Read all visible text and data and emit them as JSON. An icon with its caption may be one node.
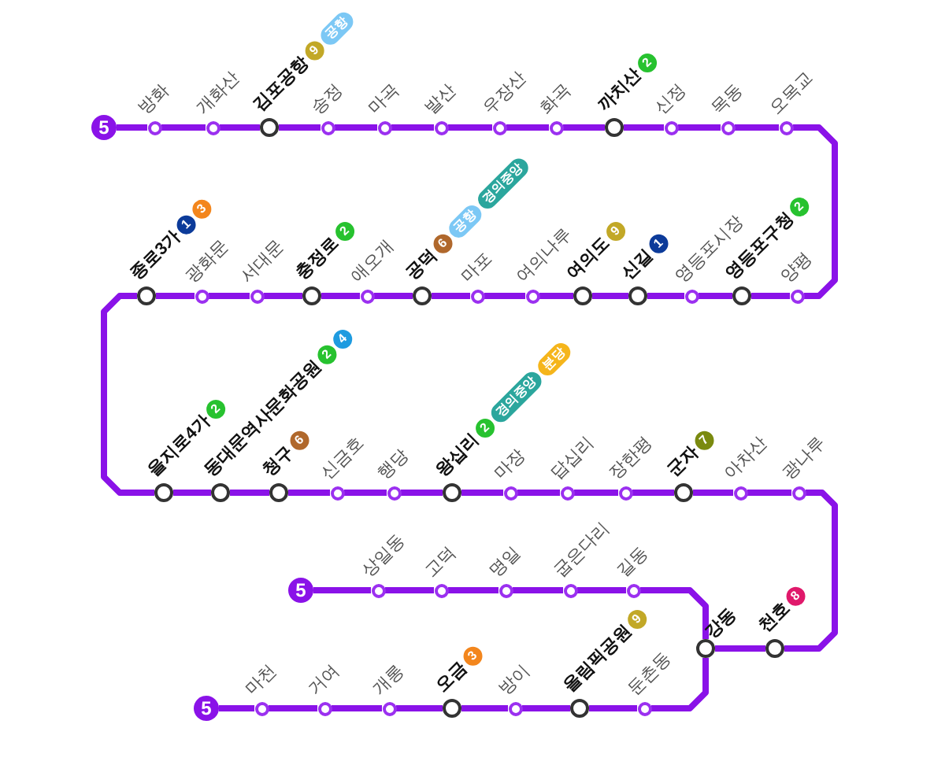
{
  "diagram": {
    "nodes": [
      {
        "text": [
          "5"
        ]
      },
      {
        "text": [],
        "shape": "circle",
        "beside": [
          "방화"
        ]
      },
      {
        "text": [],
        "shape": "circle",
        "beside": [
          "개화산"
        ]
      },
      {
        "text": [],
        "shape": "circle",
        "beside": [
          "김포공항",
          "9",
          "공항"
        ]
      },
      {
        "text": [],
        "shape": "circle",
        "beside": [
          "송정"
        ]
      },
      {
        "text": [],
        "shape": "circle",
        "beside": [
          "마곡"
        ]
      },
      {
        "text": [],
        "shape": "circle",
        "beside": [
          "발산"
        ]
      },
      {
        "text": [],
        "shape": "circle",
        "beside": [
          "우장산"
        ]
      },
      {
        "text": [],
        "shape": "circle",
        "beside": [
          "화곡"
        ]
      },
      {
        "text": [],
        "shape": "circle",
        "beside": [
          "까치산",
          "2"
        ]
      },
      {
        "text": [],
        "shape": "circle",
        "beside": [
          "신정"
        ]
      },
      {
        "text": [],
        "shape": "circle",
        "beside": [
          "목동"
        ]
      },
      {
        "text": [],
        "shape": "circle",
        "beside": [
          "오목교"
        ]
      },
      {
        "text": [],
        "shape": "circle",
        "beside": [
          "양평"
        ]
      },
      {
        "text": [],
        "shape": "circle",
        "beside": [
          "영등포구청",
          "2"
        ]
      },
      {
        "text": [],
        "shape": "circle",
        "beside": [
          "영등포시장"
        ]
      },
      {
        "text": [],
        "shape": "circle",
        "beside": [
          "신길",
          "1"
        ]
      },
      {
        "text": [],
        "shape": "circle",
        "beside": [
          "여의도",
          "9"
        ]
      },
      {
        "text": [],
        "shape": "circle",
        "beside": [
          "여의나루"
        ]
      },
      {
        "text": [],
        "shape": "circle",
        "beside": [
          "마포"
        ]
      },
      {
        "text": [],
        "shape": "circle",
        "beside": [
          "공덕",
          "6",
          "공항",
          "경의중앙"
        ]
      },
      {
        "text": [],
        "shape": "circle",
        "beside": [
          "애오개"
        ]
      },
      {
        "text": [],
        "shape": "circle",
        "beside": [
          "충정로",
          "2"
        ]
      },
      {
        "text": [],
        "shape": "circle",
        "beside": [
          "서대문"
        ]
      },
      {
        "text": [],
        "shape": "circle",
        "beside": [
          "광화문"
        ]
      },
      {
        "text": [],
        "shape": "circle",
        "beside": [
          "종로3가",
          "1",
          "3"
        ]
      },
      {
        "text": [],
        "shape": "circle",
        "beside": [
          "을지로4가",
          "2"
        ]
      },
      {
        "text": [],
        "shape": "circle",
        "beside": [
          "동대문역사문화공원",
          "2",
          "4"
        ]
      },
      {
        "text": [],
        "shape": "circle",
        "beside": [
          "청구",
          "6"
        ]
      },
      {
        "text": [],
        "shape": "circle",
        "beside": [
          "신금호"
        ]
      },
      {
        "text": [],
        "shape": "circle",
        "beside": [
          "행당"
        ]
      },
      {
        "text": [],
        "shape": "circle",
        "beside": [
          "왕십리",
          "2",
          "경의중앙",
          "분당"
        ]
      },
      {
        "text": [],
        "shape": "circle",
        "beside": [
          "마장"
        ]
      },
      {
        "text": [],
        "shape": "circle",
        "beside": [
          "답십리"
        ]
      },
      {
        "text": [],
        "shape": "circle",
        "beside": [
          "장한평"
        ]
      },
      {
        "text": [],
        "shape": "circle",
        "beside": [
          "군자",
          "7"
        ]
      },
      {
        "text": [],
        "shape": "circle",
        "beside": [
          "아차산"
        ]
      },
      {
        "text": [],
        "shape": "circle",
        "beside": [
          "광나루"
        ]
      },
      {
        "text": [],
        "shape": "circle",
        "beside": [
          "천호",
          "8"
        ]
      },
      {
        "text": [],
        "shape": "circle",
        "beside": [
          "강동"
        ]
      },
      {
        "text": [],
        "shape": "circle",
        "beside": [
          "길동"
        ]
      },
      {
        "text": [],
        "shape": "circle",
        "beside": [
          "굽은다리"
        ]
      },
      {
        "text": [],
        "shape": "circle",
        "beside": [
          "명일"
        ]
      },
      {
        "text": [],
        "shape": "circle",
        "beside": [
          "고덕"
        ]
      },
      {
        "text": [],
        "shape": "circle",
        "beside": [
          "상일동"
        ]
      },
      {
        "text": [
          "5"
        ]
      },
      {
        "text": [],
        "shape": "circle",
        "beside": [
          "둔촌동"
        ]
      },
      {
        "text": [],
        "shape": "circle",
        "beside": [
          "올림픽공원",
          "9"
        ]
      },
      {
        "text": [],
        "shape": "circle",
        "beside": [
          "방이"
        ]
      },
      {
        "text": [],
        "shape": "circle",
        "beside": [
          "오금",
          "3"
        ]
      },
      {
        "text": [],
        "shape": "circle",
        "beside": [
          "개롱"
        ]
      },
      {
        "text": [],
        "shape": "circle",
        "beside": [
          "거여"
        ]
      },
      {
        "text": [],
        "shape": "circle",
        "beside": [
          "마천"
        ]
      },
      {
        "text": [
          "5"
        ]
      }
    ],
    "edges": [
      {
        "from": 0,
        "to": 1,
        "arrow": "none"
      },
      {
        "from": 1,
        "to": 2,
        "arrow": "none"
      },
      {
        "from": 2,
        "to": 3,
        "arrow": "none"
      },
      {
        "from": 3,
        "to": 4,
        "arrow": "none"
      },
      {
        "from": 4,
        "to": 5,
        "arrow": "none"
      },
      {
        "from": 5,
        "to": 6,
        "arrow": "none"
      },
      {
        "from": 6,
        "to": 7,
        "arrow": "none"
      },
      {
        "from": 7,
        "to": 8,
        "arrow": "none"
      },
      {
        "from": 8,
        "to": 9,
        "arrow": "none"
      },
      {
        "from": 9,
        "to": 10,
        "arrow": "none"
      },
      {
        "from": 10,
        "to": 11,
        "arrow": "none"
      },
      {
        "from": 11,
        "to": 12,
        "arrow": "none"
      },
      {
        "from": 12,
        "to": 13,
        "arrow": "none"
      },
      {
        "from": 13,
        "to": 14,
        "arrow": "none"
      },
      {
        "from": 14,
        "to": 15,
        "arrow": "none"
      },
      {
        "from": 15,
        "to": 16,
        "arrow": "none"
      },
      {
        "from": 16,
        "to": 17,
        "arrow": "none"
      },
      {
        "from": 17,
        "to": 18,
        "arrow": "none"
      },
      {
        "from": 18,
        "to": 19,
        "arrow": "none"
      },
      {
        "from": 19,
        "to": 20,
        "arrow": "none"
      },
      {
        "from": 20,
        "to": 21,
        "arrow": "none"
      },
      {
        "from": 21,
        "to": 22,
        "arrow": "none"
      },
      {
        "from": 22,
        "to": 23,
        "arrow": "none"
      },
      {
        "from": 23,
        "to": 24,
        "arrow": "none"
      },
      {
        "from": 24,
        "to": 25,
        "arrow": "none"
      },
      {
        "from": 25,
        "to": 26,
        "arrow": "none"
      },
      {
        "from": 26,
        "to": 27,
        "arrow": "none"
      },
      {
        "from": 27,
        "to": 28,
        "arrow": "none"
      },
      {
        "from": 28,
        "to": 29,
        "arrow": "none"
      },
      {
        "from": 29,
        "to": 30,
        "arrow": "none"
      },
      {
        "from": 30,
        "to": 31,
        "arrow": "none"
      },
      {
        "from": 31,
        "to": 32,
        "arrow": "none"
      },
      {
        "from": 32,
        "to": 33,
        "arrow": "none"
      },
      {
        "from": 33,
        "to": 34,
        "arrow": "none"
      },
      {
        "from": 34,
        "to": 35,
        "arrow": "none"
      },
      {
        "from": 35,
        "to": 36,
        "arrow": "none"
      },
      {
        "from": 36,
        "to": 37,
        "arrow": "none"
      },
      {
        "from": 37,
        "to": 38,
        "arrow": "none"
      },
      {
        "from": 38,
        "to": 39,
        "arrow": "none"
      },
      {
        "from": 39,
        "to": 40,
        "arrow": "none"
      },
      {
        "from": 40,
        "to": 41,
        "arrow": "none"
      },
      {
        "from": 41,
        "to": 42,
        "arrow": "none"
      },
      {
        "from": 42,
        "to": 43,
        "arrow": "none"
      },
      {
        "from": 43,
        "to": 44,
        "arrow": "none"
      },
      {
        "from": 44,
        "to": 45,
        "arrow": "none"
      },
      {
        "from": 39,
        "to": 46,
        "arrow": "none"
      },
      {
        "from": 46,
        "to": 47,
        "arrow": "none"
      },
      {
        "from": 47,
        "to": 48,
        "arrow": "none"
      },
      {
        "from": 48,
        "to": 49,
        "arrow": "none"
      },
      {
        "from": 49,
        "to": 50,
        "arrow": "none"
      },
      {
        "from": 50,
        "to": 51,
        "arrow": "none"
      },
      {
        "from": 51,
        "to": 52,
        "arrow": "none"
      },
      {
        "from": 52,
        "to": 53,
        "arrow": "none"
      }
    ]
  }
}
